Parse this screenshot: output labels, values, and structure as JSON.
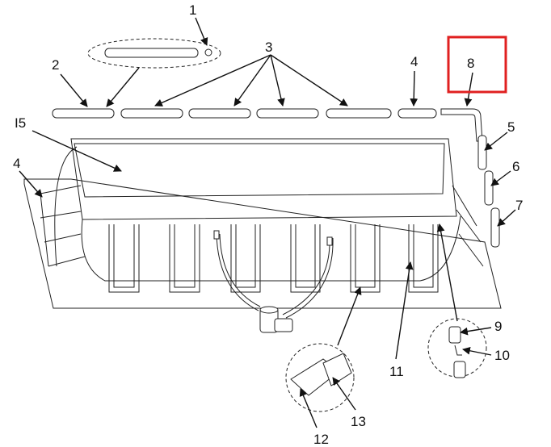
{
  "diagram": {
    "title": "Rectangular frame pool parts diagram",
    "highlight_color": "#e02020",
    "labels": {
      "p1": "1",
      "p2": "2",
      "p3": "3",
      "p4_top": "4",
      "p8": "8",
      "p15": "I5",
      "p4_left": "4",
      "p5": "5",
      "p6": "6",
      "p7": "7",
      "p9": "9",
      "p10": "10",
      "p11": "11",
      "p12": "12",
      "p13": "13"
    }
  }
}
